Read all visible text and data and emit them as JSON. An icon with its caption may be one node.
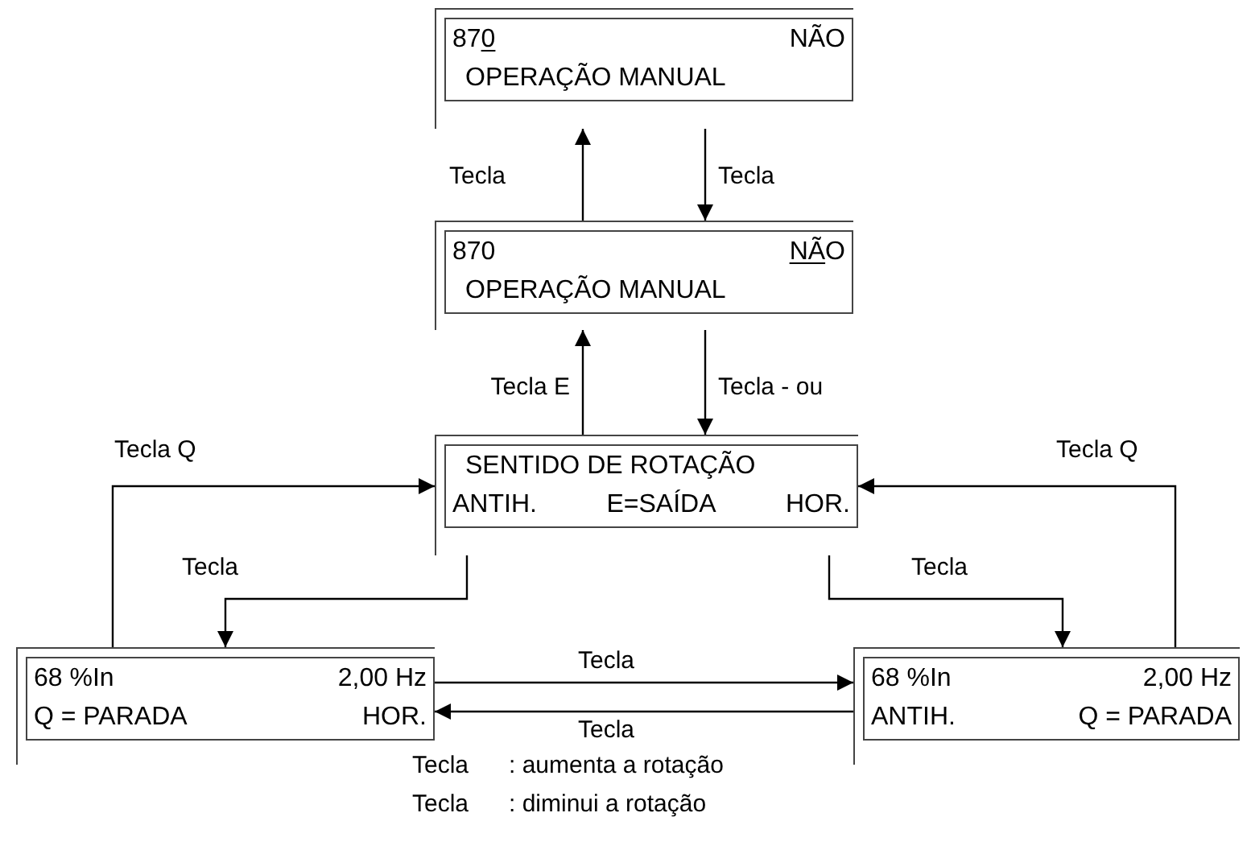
{
  "diagram": {
    "nodes": [
      {
        "text": [
          "870",
          "NÃO",
          "OPERAÇÃO MANUAL"
        ]
      },
      {
        "text": [
          "870",
          "NÃO",
          "OPERAÇÃO MANUAL"
        ]
      },
      {
        "text": [
          "SENTIDO DE ROTAÇÃO",
          "ANTIH.",
          "E=SAÍDA",
          "HOR."
        ]
      },
      {
        "text": [
          "68 %In",
          "2,00 Hz",
          "Q = PARADA",
          "HOR."
        ]
      },
      {
        "text": [
          "68 %In",
          "2,00 Hz",
          "ANTIH.",
          "Q = PARADA"
        ]
      }
    ],
    "edges": [
      {
        "from": 1,
        "to": 0,
        "arrow": "to",
        "label": "Tecla"
      },
      {
        "from": 0,
        "to": 1,
        "arrow": "to",
        "label": "Tecla"
      },
      {
        "from": 2,
        "to": 1,
        "arrow": "to",
        "label": "Tecla E"
      },
      {
        "from": 1,
        "to": 2,
        "arrow": "to",
        "label": "Tecla - ou"
      },
      {
        "from": 3,
        "to": 2,
        "arrow": "to",
        "label": "Tecla Q"
      },
      {
        "from": 2,
        "to": 3,
        "arrow": "to",
        "label": "Tecla"
      },
      {
        "from": 4,
        "to": 2,
        "arrow": "to",
        "label": "Tecla Q"
      },
      {
        "from": 2,
        "to": 4,
        "arrow": "to",
        "label": "Tecla"
      },
      {
        "from": 3,
        "to": 4,
        "arrow": "to",
        "label": "Tecla"
      },
      {
        "from": 4,
        "to": 3,
        "arrow": "to",
        "label": "Tecla"
      }
    ],
    "labels": [
      "Tecla",
      ": aumenta a rotação",
      "Tecla",
      ": diminui a rotação"
    ]
  }
}
